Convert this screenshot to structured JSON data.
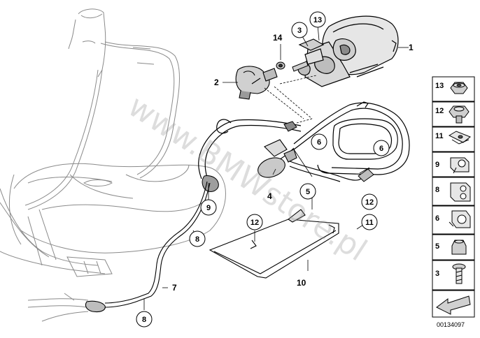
{
  "diagram_id": "00134097",
  "watermark": "www.BMWstore.pl",
  "main_labels": [
    {
      "id": "1",
      "text": "1"
    },
    {
      "id": "2",
      "text": "2"
    },
    {
      "id": "4",
      "text": "4"
    },
    {
      "id": "7",
      "text": "7"
    },
    {
      "id": "10",
      "text": "10"
    },
    {
      "id": "14",
      "text": "14"
    }
  ],
  "circled_labels": [
    {
      "id": "3",
      "text": "3"
    },
    {
      "id": "13",
      "text": "13"
    },
    {
      "id": "6a",
      "text": "6"
    },
    {
      "id": "6b",
      "text": "6"
    },
    {
      "id": "5",
      "text": "5"
    },
    {
      "id": "9",
      "text": "9"
    },
    {
      "id": "8a",
      "text": "8"
    },
    {
      "id": "8b",
      "text": "8"
    },
    {
      "id": "12a",
      "text": "12"
    },
    {
      "id": "12b",
      "text": "12"
    },
    {
      "id": "11",
      "text": "11"
    }
  ],
  "side_parts": [
    {
      "number": "13",
      "icon": "nut-icon"
    },
    {
      "number": "12",
      "icon": "screw-nut-icon"
    },
    {
      "number": "11",
      "icon": "clip-nut-icon"
    },
    {
      "number": "9",
      "icon": "pipe-clip-icon"
    },
    {
      "number": "8",
      "icon": "double-clip-icon"
    },
    {
      "number": "6",
      "icon": "cable-clip-icon"
    },
    {
      "number": "5",
      "icon": "expanding-nut-icon"
    },
    {
      "number": "3",
      "icon": "screw-icon"
    },
    {
      "number": "",
      "icon": "arrow-icon"
    }
  ]
}
